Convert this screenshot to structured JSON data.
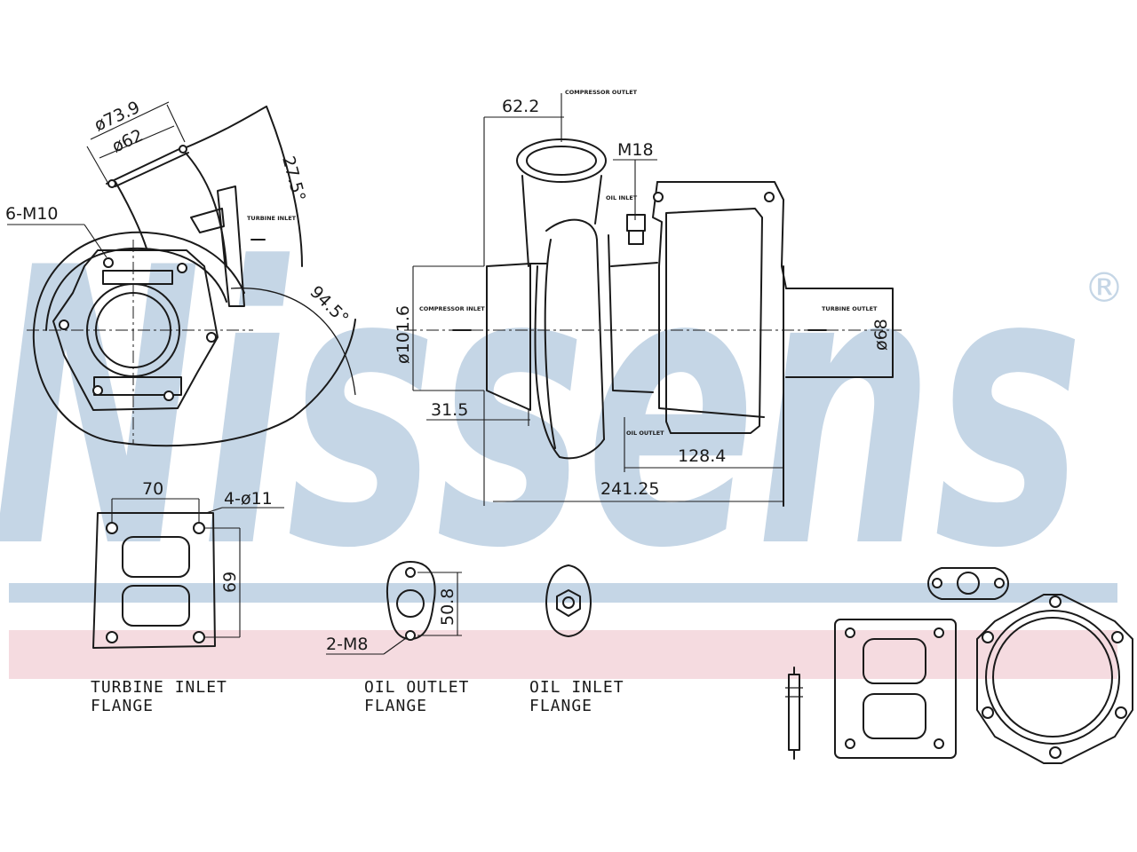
{
  "brand": {
    "name": "Nissens",
    "trademark": "®",
    "stripe_blue": "#c5d6e6",
    "stripe_pink": "#f2d2d8"
  },
  "dimensions": {
    "d73_9": "ø73.9",
    "d62": "ø62",
    "a27_5": "27.5°",
    "a94_5": "94.5°",
    "m10": "6-M10",
    "d62_2": "62.2",
    "m18": "M18",
    "d101_6": "ø101.6",
    "d31_5": "31.5",
    "d128_4": "128.4",
    "d241_25": "241.25",
    "d68": "ø68",
    "d70": "70",
    "d4_11": "4-ø11",
    "d69": "69",
    "d50_8": "50.8",
    "d2_m8": "2-M8"
  },
  "port_labels": {
    "compressor_outlet": "COMPRESSOR OUTLET",
    "oil_inlet": "OIL INLET",
    "compressor_inlet": "COMPRESSOR INLET",
    "turbine_outlet": "TURBINE OUTLET",
    "oil_outlet": "OIL OUTLET",
    "turbine_inlet": "TURBINE INLET"
  },
  "captions": {
    "turbine_inlet_flange": [
      "TURBINE INLET",
      "FLANGE"
    ],
    "oil_outlet_flange": [
      "OIL OUTLET",
      "FLANGE"
    ],
    "oil_inlet_flange": [
      "OIL INLET",
      "FLANGE"
    ]
  }
}
